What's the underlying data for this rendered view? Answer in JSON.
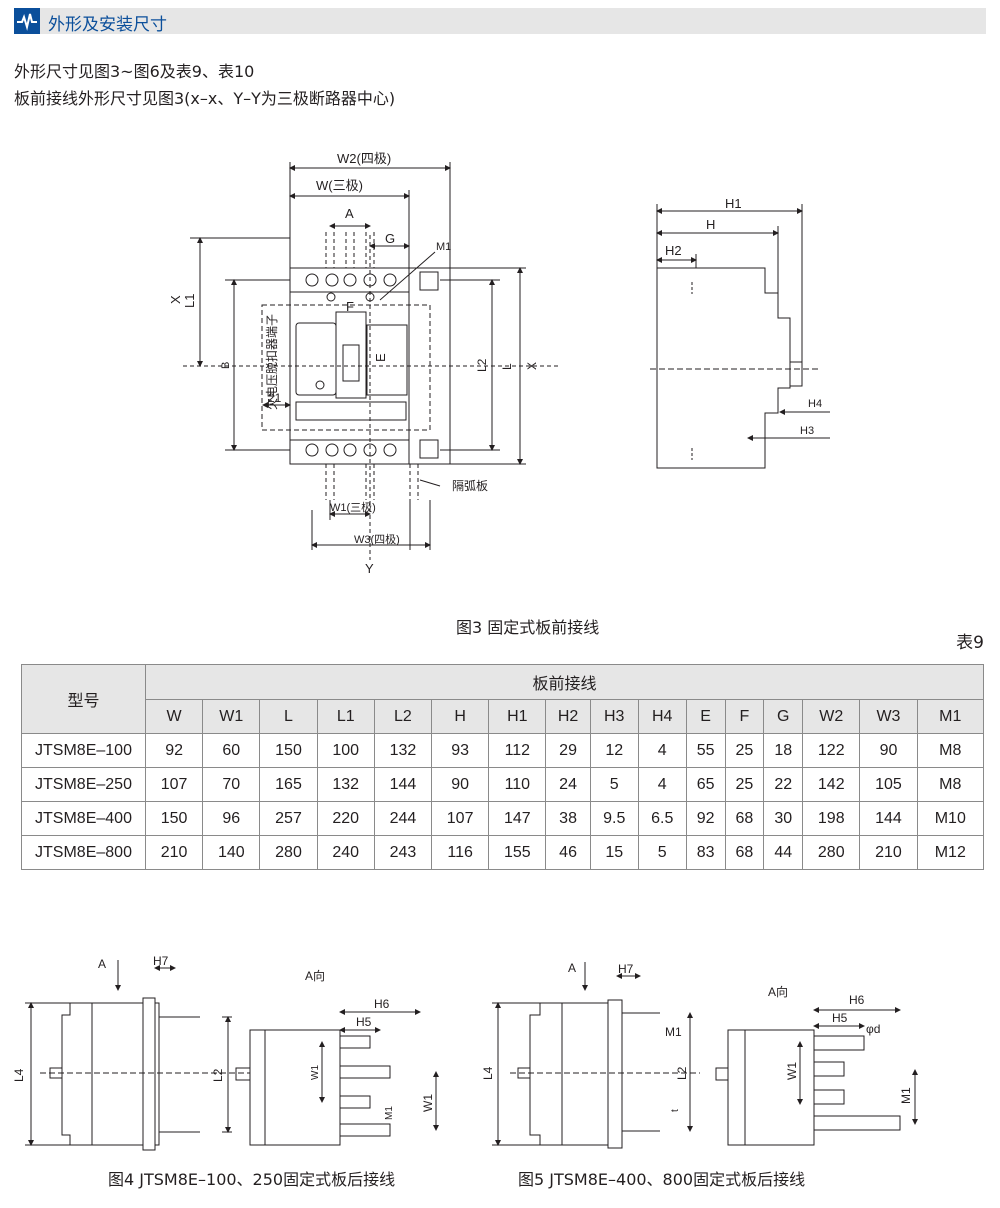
{
  "header": {
    "title": "外形及安装尺寸",
    "accent_color": "#0b4f9b",
    "band_color": "#e6e6e6",
    "icon": "pulse-icon"
  },
  "intro": [
    "外形尺寸见图3~图6及表9、表10",
    "板前接线外形尺寸见图3(x–x、Y–Y为三极断路器中心)"
  ],
  "fig3": {
    "caption": "图3 固定式板前接线",
    "labels": {
      "w2": "W2(四极)",
      "w": "W(三极)",
      "a": "A",
      "g": "G",
      "m1": "M1",
      "x_left": "X",
      "l1": "L1",
      "b": "B",
      "f": "F",
      "e": "E",
      "dim21": "21",
      "l2": "L2",
      "l": "L",
      "x_right": "X",
      "w1": "W1(三极)",
      "w3": "W3(四极)",
      "y": "Y",
      "arc": "隔弧板",
      "side_label": "欠电压脱扣器端子",
      "h1": "H1",
      "h": "H",
      "h2": "H2",
      "h4": "H4",
      "h3": "H3"
    }
  },
  "table": {
    "number": "表9",
    "model_header": "型号",
    "group_header": "板前接线",
    "columns": [
      "W",
      "W1",
      "L",
      "L1",
      "L2",
      "H",
      "H1",
      "H2",
      "H3",
      "H4",
      "E",
      "F",
      "G",
      "W2",
      "W3",
      "M1"
    ],
    "rows": [
      {
        "model": "JTSM8E–100",
        "values": [
          "92",
          "60",
          "150",
          "100",
          "132",
          "93",
          "112",
          "29",
          "12",
          "4",
          "55",
          "25",
          "18",
          "122",
          "90",
          "M8"
        ]
      },
      {
        "model": "JTSM8E–250",
        "values": [
          "107",
          "70",
          "165",
          "132",
          "144",
          "90",
          "110",
          "24",
          "5",
          "4",
          "65",
          "25",
          "22",
          "142",
          "105",
          "M8"
        ]
      },
      {
        "model": "JTSM8E–400",
        "values": [
          "150",
          "96",
          "257",
          "220",
          "244",
          "107",
          "147",
          "38",
          "9.5",
          "6.5",
          "92",
          "68",
          "30",
          "198",
          "144",
          "M10"
        ]
      },
      {
        "model": "JTSM8E–800",
        "values": [
          "210",
          "140",
          "280",
          "240",
          "243",
          "116",
          "155",
          "46",
          "15",
          "5",
          "83",
          "68",
          "44",
          "280",
          "210",
          "M12"
        ]
      }
    ]
  },
  "fig4": {
    "caption": "图4 JTSM8E–100、250固定式板后接线",
    "labels": {
      "a": "A",
      "h7": "H7",
      "a_dir": "A向",
      "h6": "H6",
      "h5": "H5",
      "l4": "L4",
      "l2": "L2",
      "w1": "W1",
      "m1": "M1",
      "w1b": "W1"
    }
  },
  "fig5": {
    "caption": "图5  JTSM8E–400、800固定式板后接线",
    "labels": {
      "a": "A",
      "h7": "H7",
      "m1": "M1",
      "l4": "L4",
      "l2": "L2",
      "t": "t",
      "a_dir": "A向",
      "h6": "H6",
      "h5": "H5",
      "phid": "φd",
      "w1": "W1",
      "m1b": "M1"
    }
  }
}
